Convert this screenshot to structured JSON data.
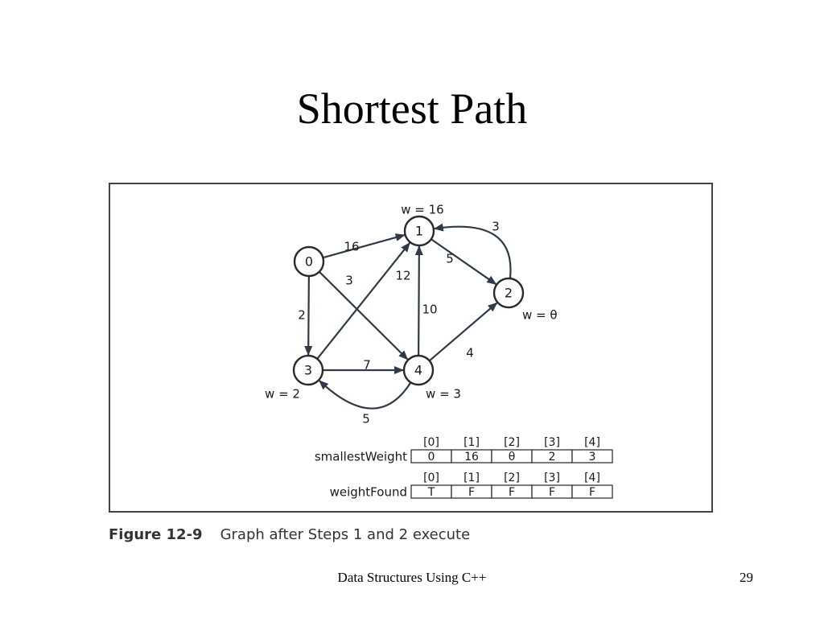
{
  "slide": {
    "title": "Shortest Path",
    "footer": "Data Structures Using C++",
    "page_number": "29"
  },
  "figure": {
    "caption_label": "Figure 12-9",
    "caption_text": "Graph after Steps 1 and 2 execute"
  },
  "graph": {
    "nodes": [
      {
        "id": 0,
        "label": "0",
        "weight_label": ""
      },
      {
        "id": 1,
        "label": "1",
        "weight_label": "w = 16"
      },
      {
        "id": 2,
        "label": "2",
        "weight_label": "w = θ"
      },
      {
        "id": 3,
        "label": "3",
        "weight_label": "w = 2"
      },
      {
        "id": 4,
        "label": "4",
        "weight_label": "w = 3"
      }
    ],
    "edges": [
      {
        "from": 0,
        "to": 1,
        "weight": "16"
      },
      {
        "from": 0,
        "to": 3,
        "weight": "2"
      },
      {
        "from": 0,
        "to": 4,
        "weight": "3"
      },
      {
        "from": 1,
        "to": 2,
        "weight": "5"
      },
      {
        "from": 2,
        "to": 1,
        "weight": "3"
      },
      {
        "from": 3,
        "to": 1,
        "weight": "12"
      },
      {
        "from": 3,
        "to": 4,
        "weight": "7"
      },
      {
        "from": 4,
        "to": 1,
        "weight": "10"
      },
      {
        "from": 4,
        "to": 2,
        "weight": "4"
      },
      {
        "from": 4,
        "to": 3,
        "weight": "5"
      }
    ]
  },
  "tables": [
    {
      "name": "smallestWeight",
      "indices": [
        "[0]",
        "[1]",
        "[2]",
        "[3]",
        "[4]"
      ],
      "values": [
        "0",
        "16",
        "θ",
        "2",
        "3"
      ]
    },
    {
      "name": "weightFound",
      "indices": [
        "[0]",
        "[1]",
        "[2]",
        "[3]",
        "[4]"
      ],
      "values": [
        "T",
        "F",
        "F",
        "F",
        "F"
      ]
    }
  ]
}
